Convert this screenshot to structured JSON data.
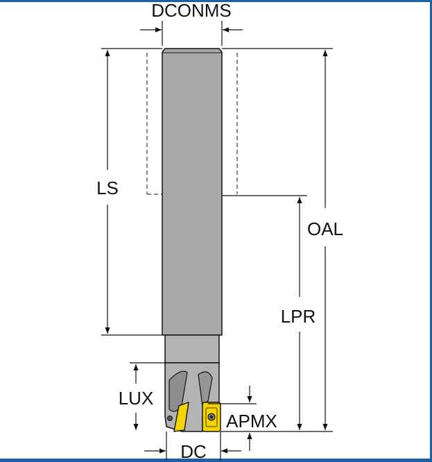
{
  "diagram": {
    "labels": {
      "dconms": "DCONMS",
      "ls": "LS",
      "oal": "OAL",
      "lpr": "LPR",
      "lux": "LUX",
      "apmx": "APMX",
      "dc": "DC"
    },
    "colors": {
      "border": "#1f5fa8",
      "shank_fill": "#a9a9a9",
      "head_fill": "#b3b3b3",
      "insert_fill": "#f5d400",
      "line": "#111111"
    }
  }
}
